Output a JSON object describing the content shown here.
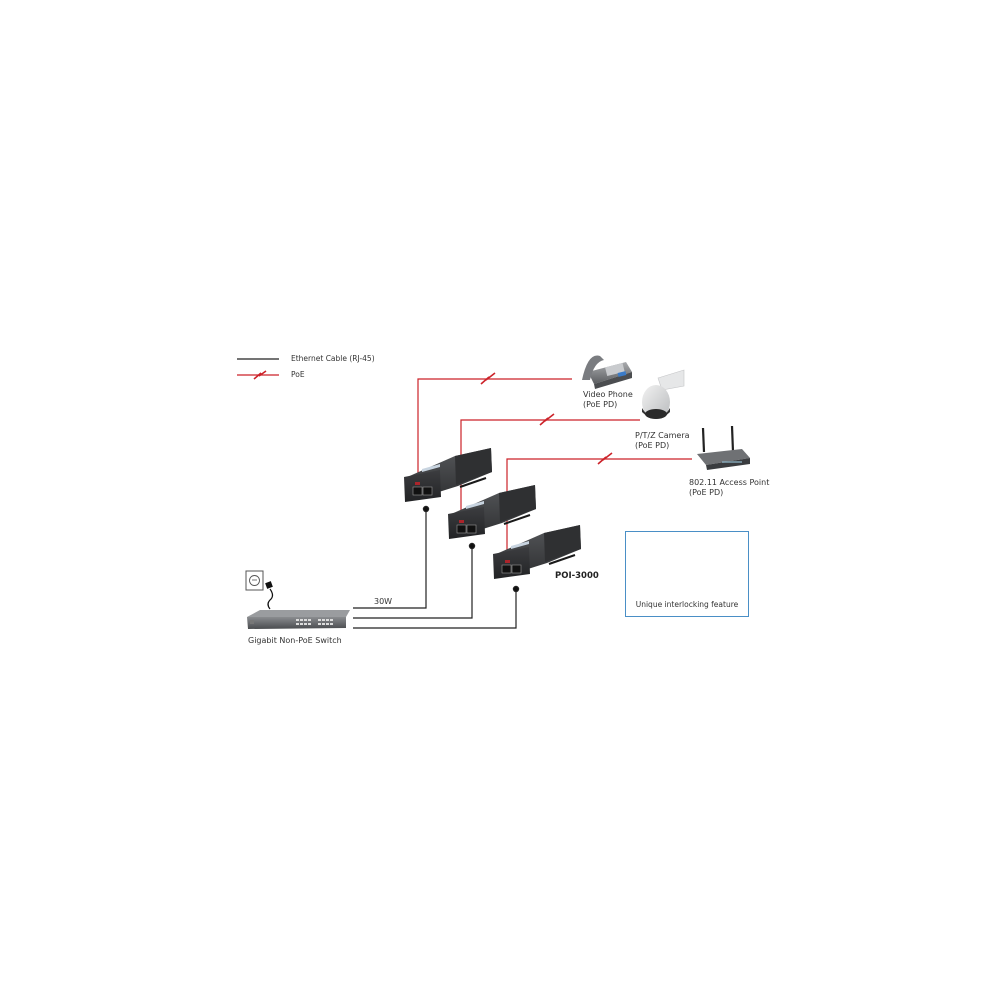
{
  "legend": {
    "items": [
      {
        "label": "Ethernet Cable (RJ-45)",
        "type": "ethernet",
        "color": "#222222"
      },
      {
        "label": "PoE",
        "type": "poe",
        "color": "#cc2229"
      }
    ]
  },
  "devices": {
    "video_phone": {
      "name": "Video Phone",
      "sub": "(PoE PD)"
    },
    "ptz_camera": {
      "name": "P/T/Z Camera",
      "sub": "(PoE PD)"
    },
    "access_point": {
      "name": "802.11 Access Point",
      "sub": "(PoE PD)"
    },
    "switch": {
      "name": "Gigabit Non-PoE Switch"
    }
  },
  "injector": {
    "model": "POI-3000",
    "count": 3
  },
  "cable_label": "30W",
  "inset": {
    "caption": "Unique interlocking feature"
  },
  "colors": {
    "poe": "#cc2229",
    "ethernet": "#222222",
    "inset_border": "#4a8fc6",
    "injector_body": "#3a3b3d",
    "arrow": "#3f8fd0"
  }
}
